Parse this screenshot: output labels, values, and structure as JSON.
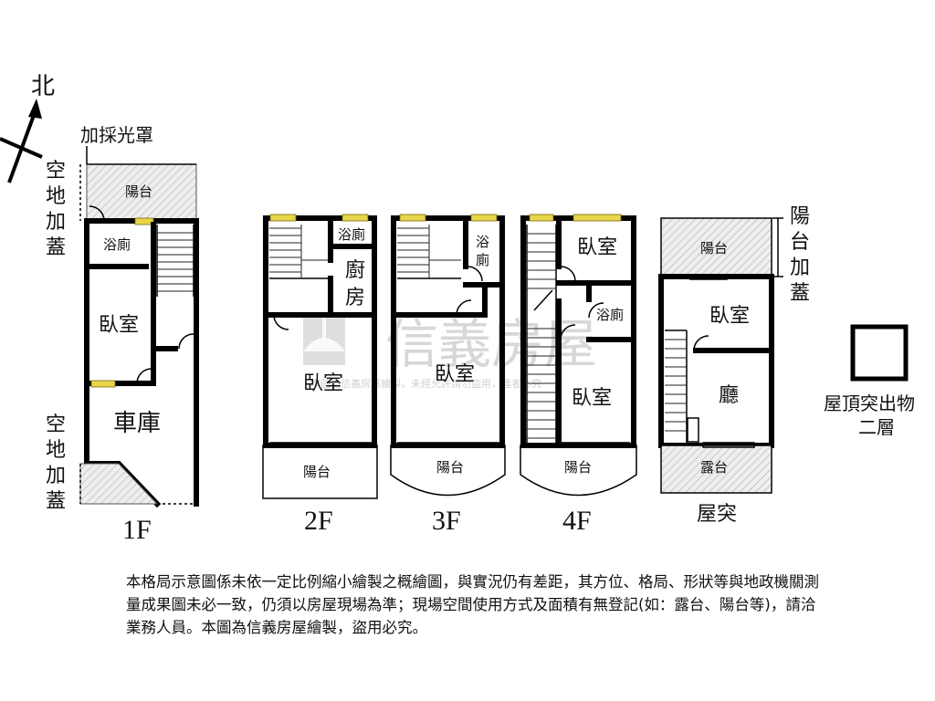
{
  "compass": {
    "north_label": "北"
  },
  "annotations": {
    "skylight": "加採光罩",
    "open_space_cover_top": "空地加蓋",
    "open_space_cover_bottom": "空地加蓋",
    "balcony_cover": "陽台加蓋",
    "roof_protrusion_label": "屋頂突出物",
    "roof_protrusion_floors": "二層"
  },
  "floors": [
    {
      "id": "1F",
      "label": "1F",
      "rooms": [
        "陽台",
        "浴廁",
        "臥室",
        "車庫"
      ]
    },
    {
      "id": "2F",
      "label": "2F",
      "rooms": [
        "浴廁",
        "廚",
        "房",
        "臥室",
        "陽台"
      ]
    },
    {
      "id": "3F",
      "label": "3F",
      "rooms": [
        "浴",
        "廁",
        "臥室",
        "陽台"
      ]
    },
    {
      "id": "4F",
      "label": "4F",
      "rooms": [
        "臥室",
        "浴廁",
        "臥室",
        "陽台"
      ]
    },
    {
      "id": "roof",
      "label": "屋突",
      "rooms": [
        "陽台",
        "臥室",
        "廳",
        "露台"
      ]
    }
  ],
  "watermark": {
    "brand": "信義房屋",
    "notice": "本圖為信義房屋繪製，未經允許請勿盜用，違者必究"
  },
  "disclaimer": "本格局示意圖係未依一定比例縮小繪製之概繪圖，與實況仍有差距，其方位、格局、形狀等與地政機關測量成果圖未必一致，仍須以房屋現場為準；現場空間使用方式及面積有無登記(如：露台、陽台等)，請洽業務人員。本圖為信義房屋繪製，盜用必究。"
}
